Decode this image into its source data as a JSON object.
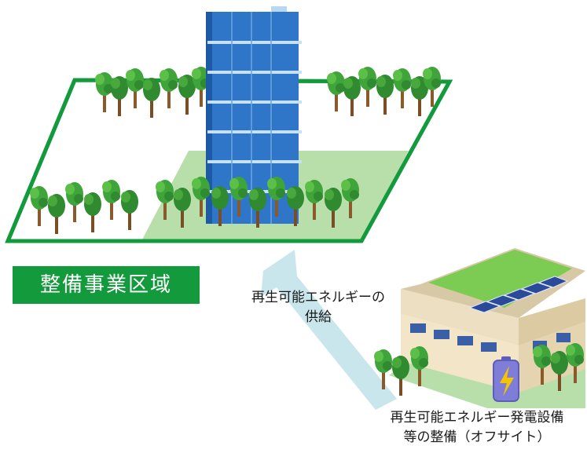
{
  "zone_label": "整備事業区域",
  "arrow_caption": [
    "再生可能エネルギーの",
    "供給"
  ],
  "facility_caption": [
    "再生可能エネルギー発電設備",
    "等の整備（オフサイト）"
  ],
  "colors": {
    "zone_green": "#129a3c",
    "zone_light_fill": "#b8dfaa",
    "arrow_blue": "#c9e6ec",
    "tower_blue": "#2f76c8",
    "tree_green": "#3fa43a",
    "trunk_brown": "#8a5a2b",
    "battery_blue": "#7e7ed8",
    "bolt_yellow": "#f5c400"
  },
  "icons": [
    "office-tower-icon",
    "tree-icon",
    "power-facility-icon",
    "solar-panel-icon",
    "battery-bolt-icon",
    "supply-arrow-icon"
  ]
}
